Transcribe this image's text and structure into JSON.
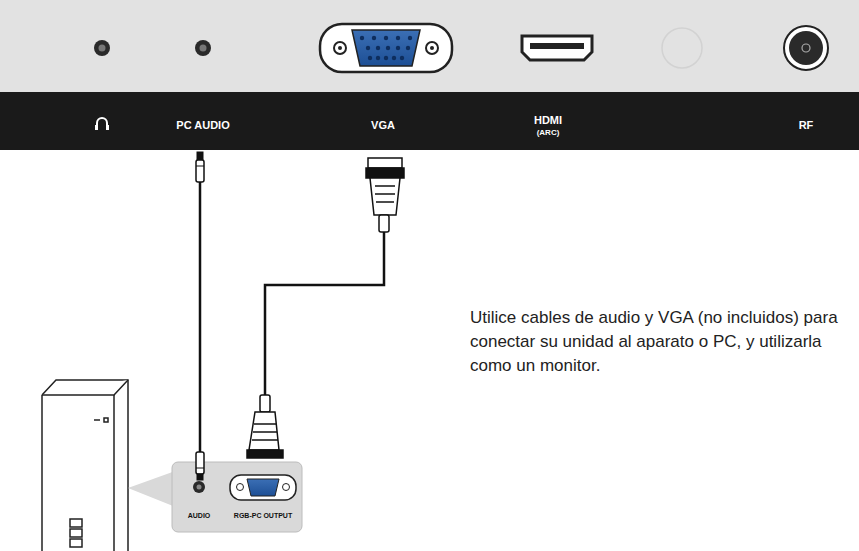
{
  "diagram": {
    "labels": [
      "PC AUDIO",
      "VGA",
      "HDMI",
      "(ARC)",
      "RF",
      "Utilice cables de audio y VGA (no incluidos) para conectar su unidad al aparato o PC, y utilizarla como un monitor.",
      "AUDIO",
      "RGB-PC OUTPUT"
    ]
  }
}
